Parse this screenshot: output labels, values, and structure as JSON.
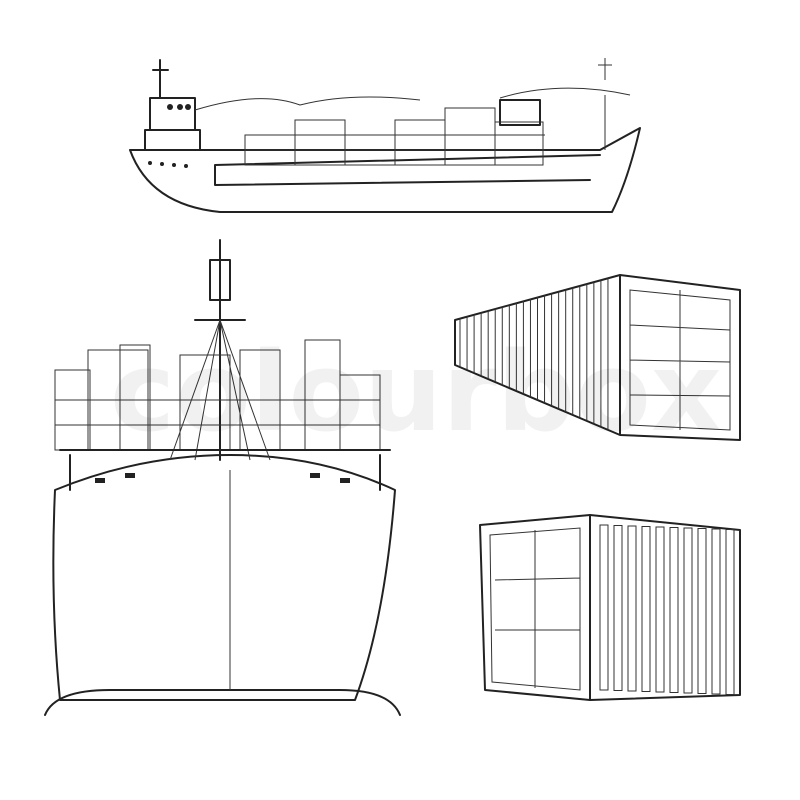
{
  "watermark": "colourbox",
  "colors": {
    "background": "#ffffff",
    "ink": "#222222"
  },
  "subjects": [
    "cargo-ship-side-view",
    "cargo-ship-front-view",
    "long-shipping-container",
    "short-shipping-container"
  ]
}
